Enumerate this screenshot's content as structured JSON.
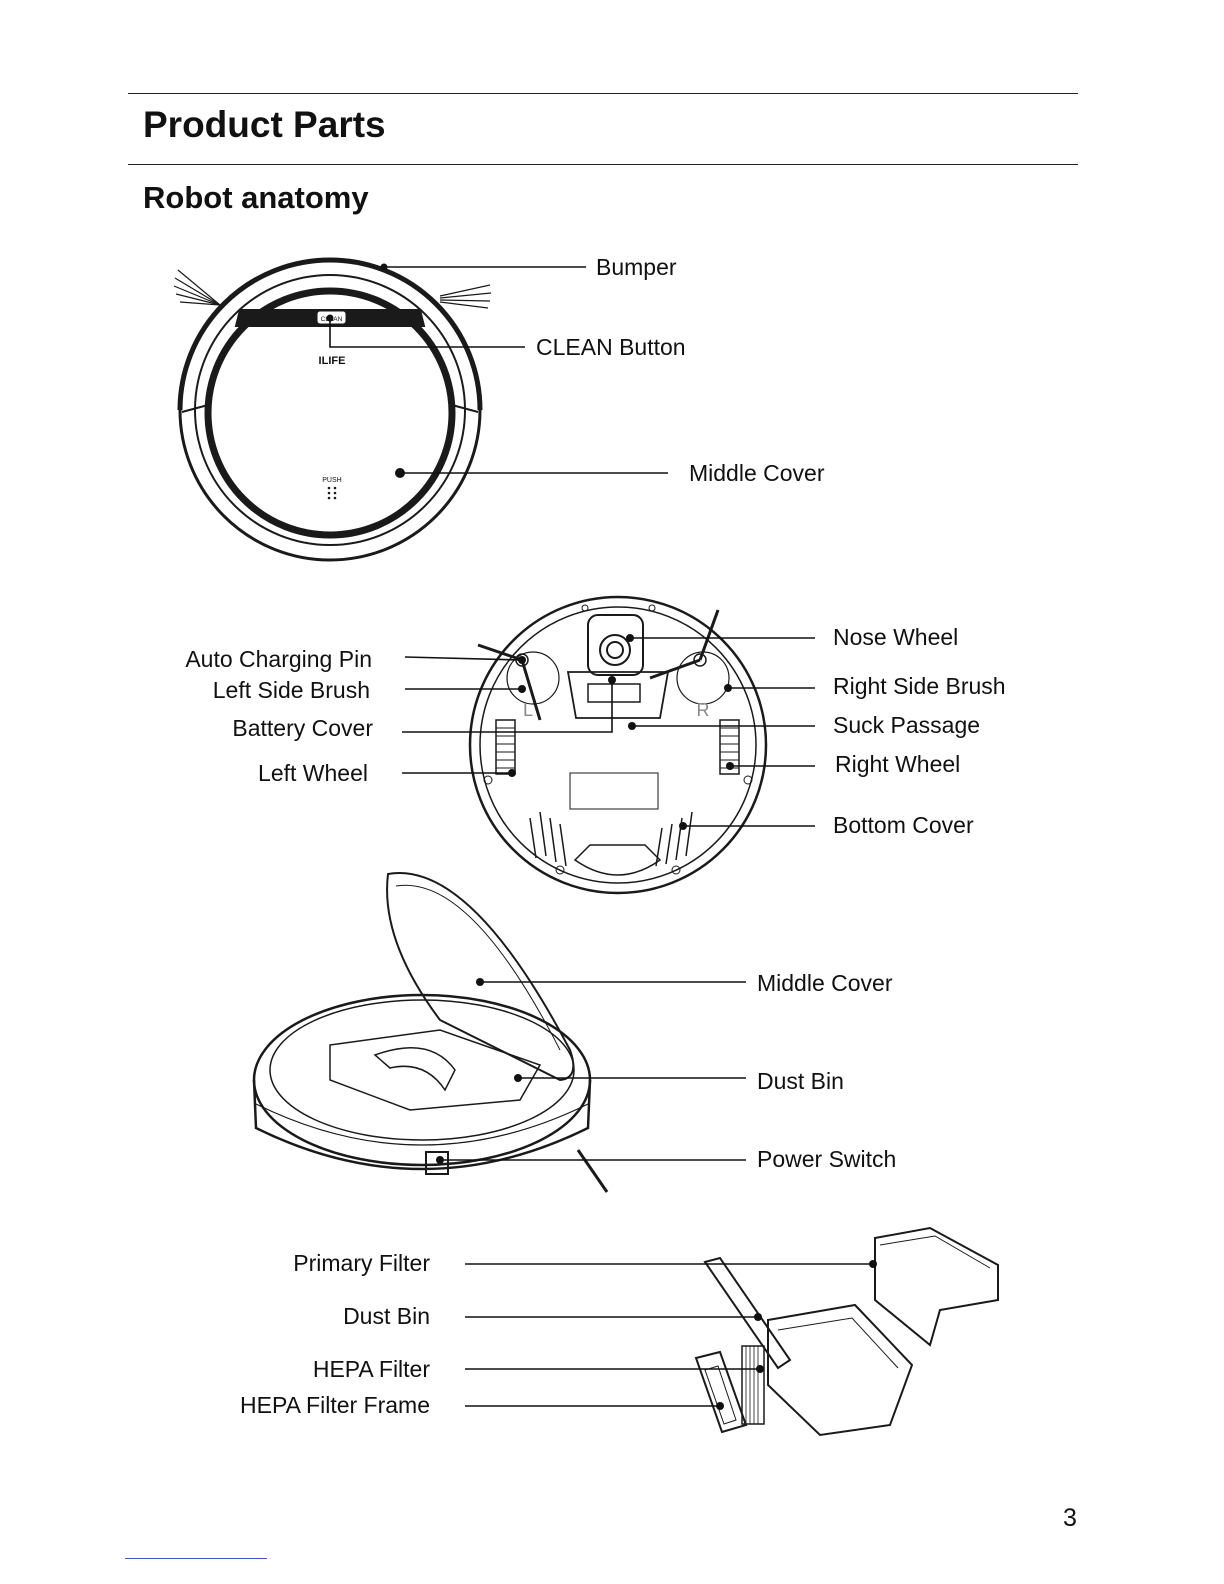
{
  "header": {
    "title": "Product Parts",
    "subtitle": "Robot anatomy"
  },
  "top_view": {
    "labels": {
      "bumper": "Bumper",
      "clean_button": "CLEAN Button",
      "middle_cover": "Middle Cover"
    },
    "marks": {
      "clean": "CLEAN",
      "brand": "ILIFE",
      "push": "PUSH"
    }
  },
  "bottom_view": {
    "labels": {
      "auto_charging_pin": "Auto Charging Pin",
      "left_side_brush": "Left Side Brush",
      "battery_cover": "Battery Cover",
      "left_wheel": "Left Wheel",
      "nose_wheel": "Nose Wheel",
      "right_side_brush": "Right Side Brush",
      "suck_passage": "Suck Passage",
      "right_wheel": "Right Wheel",
      "bottom_cover": "Bottom Cover"
    },
    "marks": {
      "left": "L",
      "right": "R"
    }
  },
  "open_view": {
    "labels": {
      "middle_cover": "Middle Cover",
      "dust_bin": "Dust Bin",
      "power_switch": "Power Switch"
    }
  },
  "bin_view": {
    "labels": {
      "primary_filter": "Primary Filter",
      "dust_bin": "Dust Bin",
      "hepa_filter": "HEPA Filter",
      "hepa_filter_frame": "HEPA Filter Frame"
    }
  },
  "footer": {
    "page_number": "3"
  }
}
